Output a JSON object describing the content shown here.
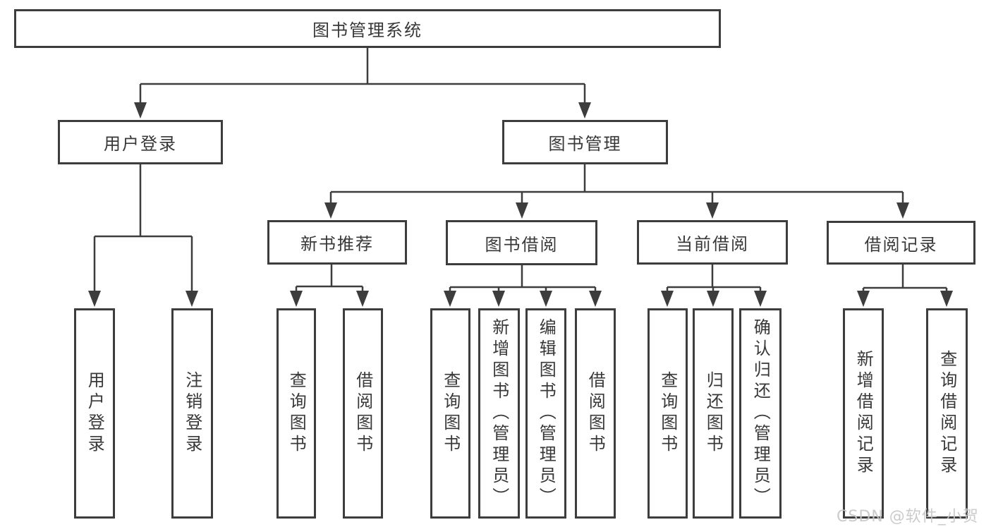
{
  "diagram_title": "图书管理系统",
  "tree": {
    "label": "图书管理系统",
    "children": [
      {
        "label": "用户登录",
        "children": [
          {
            "label": "用户登录"
          },
          {
            "label": "注销登录"
          }
        ]
      },
      {
        "label": "图书管理",
        "children": [
          {
            "label": "新书推荐",
            "children": [
              {
                "label": "查询图书"
              },
              {
                "label": "借阅图书"
              }
            ]
          },
          {
            "label": "图书借阅",
            "children": [
              {
                "label": "查询图书"
              },
              {
                "label": "新增图书（管理员）"
              },
              {
                "label": "编辑图书（管理员）"
              },
              {
                "label": "借阅图书"
              }
            ]
          },
          {
            "label": "当前借阅",
            "children": [
              {
                "label": "查询图书"
              },
              {
                "label": "归还图书"
              },
              {
                "label": "确认归还（管理员）"
              }
            ]
          },
          {
            "label": "借阅记录",
            "children": [
              {
                "label": "新增借阅记录"
              },
              {
                "label": "查询借阅记录"
              }
            ]
          }
        ]
      }
    ]
  },
  "watermark": "CSDN @软件_小贺同学",
  "colors": {
    "line": "#3d3d3d",
    "box_border": "#3d3d3d",
    "text": "#383838",
    "background": "#ffffff",
    "watermark": "#c7c7c7"
  }
}
